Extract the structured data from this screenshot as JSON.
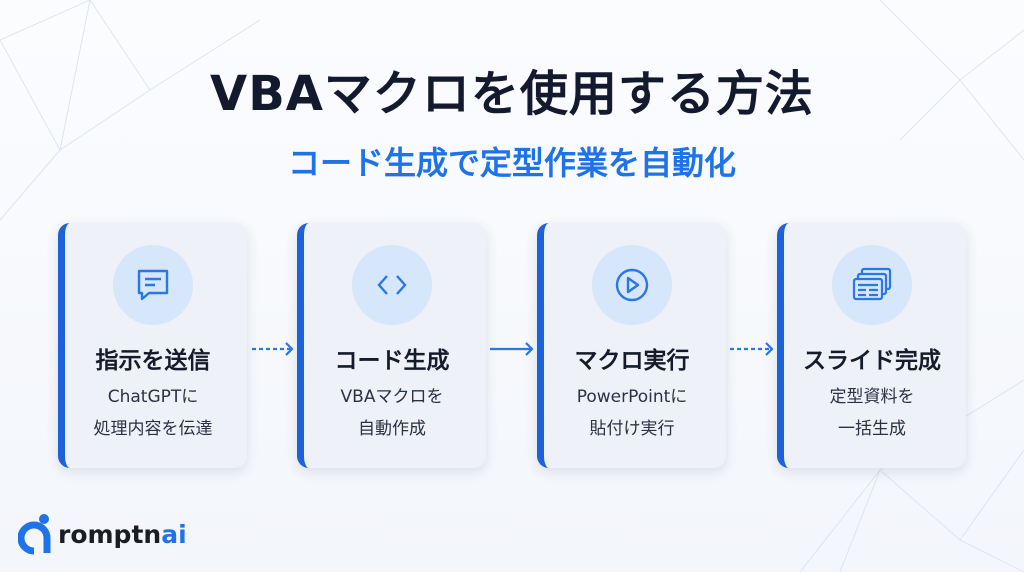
{
  "title": "VBAマクロを使用する方法",
  "subtitle": "コード生成で定型作業を自動化",
  "steps": [
    {
      "icon": "chat-icon",
      "title": "指示を送信",
      "line1": "ChatGPTに",
      "line2": "処理内容を伝達"
    },
    {
      "icon": "code-icon",
      "title": "コード生成",
      "line1": "VBAマクロを",
      "line2": "自動作成"
    },
    {
      "icon": "play-icon",
      "title": "マクロ実行",
      "line1": "PowerPointに",
      "line2": "貼付け実行"
    },
    {
      "icon": "slides-icon",
      "title": "スライド完成",
      "line1": "定型資料を",
      "line2": "一括生成"
    }
  ],
  "logo": {
    "text_dark": "romptn",
    "text_accent": "ai"
  },
  "colors": {
    "accent": "#1f73e8",
    "card_border": "#1d62d6",
    "circle": "#d6e6fb"
  }
}
